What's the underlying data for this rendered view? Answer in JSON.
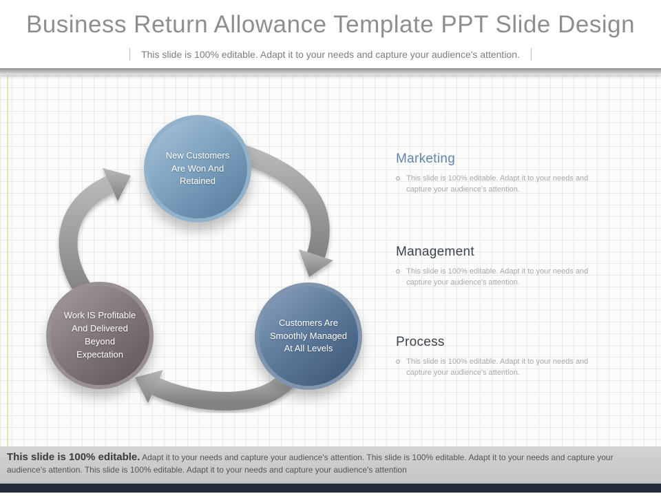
{
  "slide": {
    "title": "Business Return Allowance Template PPT Slide Design",
    "subtitle": "This slide is 100% editable. Adapt it to your needs and capture your audience's attention."
  },
  "diagram": {
    "nodes": [
      {
        "label": "New Customers Are Won And Retained",
        "color": "#5f87a8"
      },
      {
        "label": "Customers Are Smoothly Managed At All Levels",
        "color": "#41597b"
      },
      {
        "label": "Work IS Profitable And Delivered Beyond Expectation",
        "color": "#6b6064"
      }
    ],
    "arrow_color": "#8f8f8f"
  },
  "sections": [
    {
      "heading": "Marketing",
      "heading_color": "#6286a8",
      "bullet": "o",
      "text": "This slide is 100% editable. Adapt it to your needs and capture your audience's attention."
    },
    {
      "heading": "Management",
      "heading_color": "#3d434c",
      "bullet": "o",
      "text": "This slide is 100% editable. Adapt it to your needs and capture your audience's attention."
    },
    {
      "heading": "Process",
      "heading_color": "#3d434c",
      "bullet": "o",
      "text": "This slide is 100% editable. Adapt it to your needs and capture your audience's attention."
    }
  ],
  "footer": {
    "lead": "This slide is 100% editable.",
    "body": " Adapt it to your needs and capture your audience's attention. This slide is 100% editable. Adapt it to your needs and capture your audience's attention. This slide is 100% editable. Adapt it to your needs and capture your audience's attention"
  }
}
